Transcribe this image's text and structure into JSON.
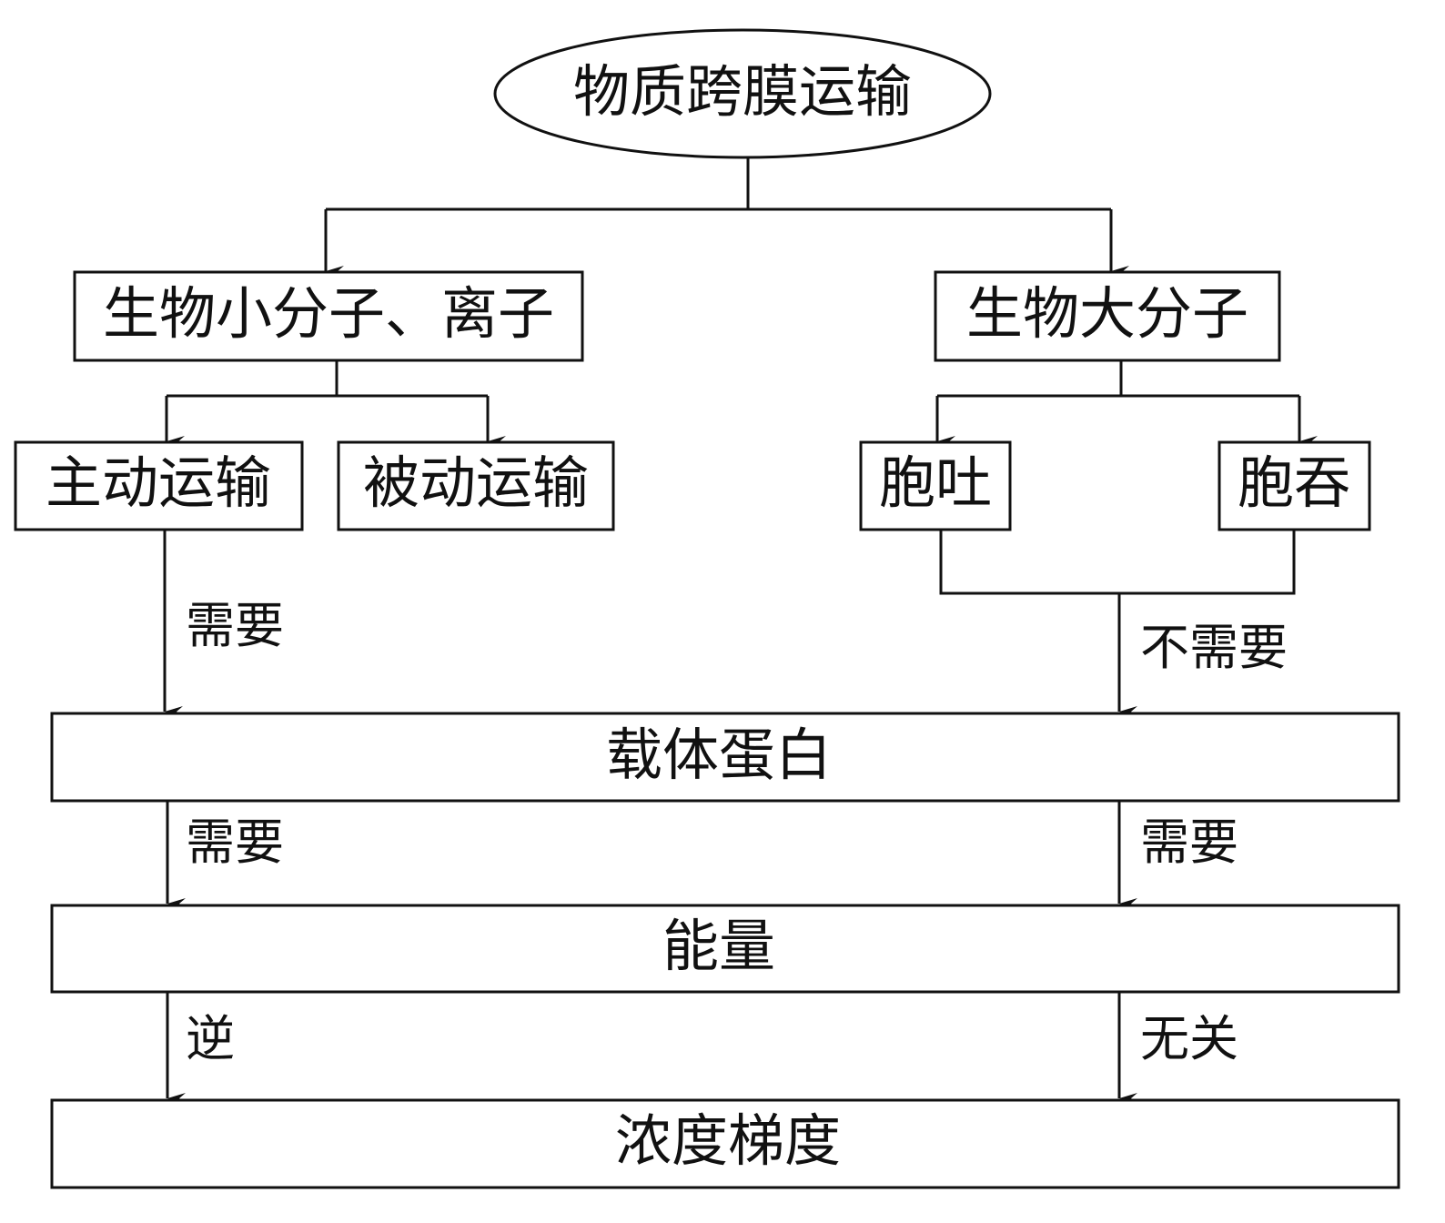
{
  "diagram": {
    "root": "物质跨膜运输",
    "small_molecules": "生物小分子、离子",
    "macromolecules": "生物大分子",
    "active_transport": "主动运输",
    "passive_transport": "被动运输",
    "exocytosis": "胞吐",
    "endocytosis": "胞吞",
    "carrier_protein": "载体蛋白",
    "energy": "能量",
    "concentration_gradient": "浓度梯度",
    "edges": {
      "active_to_carrier": "需要",
      "vesicle_to_carrier": "不需要",
      "carrier_to_energy_left": "需要",
      "carrier_to_energy_right": "需要",
      "energy_to_gradient_left": "逆",
      "energy_to_gradient_right": "无关"
    }
  }
}
